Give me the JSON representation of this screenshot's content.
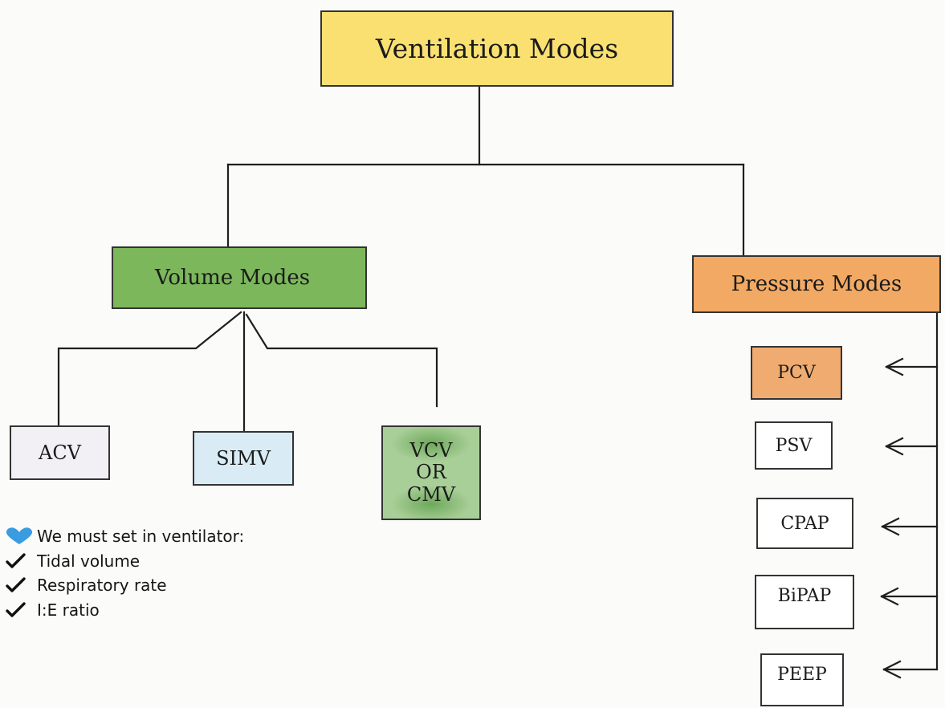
{
  "title": "Ventilation Modes",
  "colors": {
    "root_fill": "#fae071",
    "volume_fill": "#7cb75c",
    "pressure_fill": "#f2a963",
    "acv_fill": "#f3f0f5",
    "simv_fill": "#d9ecf6",
    "vcv_fill": "#a9cf98",
    "vcv_highlight": "#6da95a",
    "pcv_fill": "#f0ac70",
    "plain_fill": "#ffffff",
    "heart": "#3a9ce0",
    "line": "#1f1f1f"
  },
  "branches": {
    "volume": {
      "label": "Volume Modes",
      "children": {
        "acv": "ACV",
        "simv": "SIMV",
        "vcv": [
          "VCV",
          "OR",
          "CMV"
        ]
      }
    },
    "pressure": {
      "label": "Pressure Modes",
      "children": [
        "PCV",
        "PSV",
        "CPAP",
        "BiPAP",
        "PEEP"
      ]
    }
  },
  "notes": {
    "heading": "We must set in ventilator:",
    "heading_icon": "heart-icon",
    "item_icon": "check-icon",
    "items": [
      "Tidal volume",
      "Respiratory rate",
      "I:E ratio"
    ]
  }
}
